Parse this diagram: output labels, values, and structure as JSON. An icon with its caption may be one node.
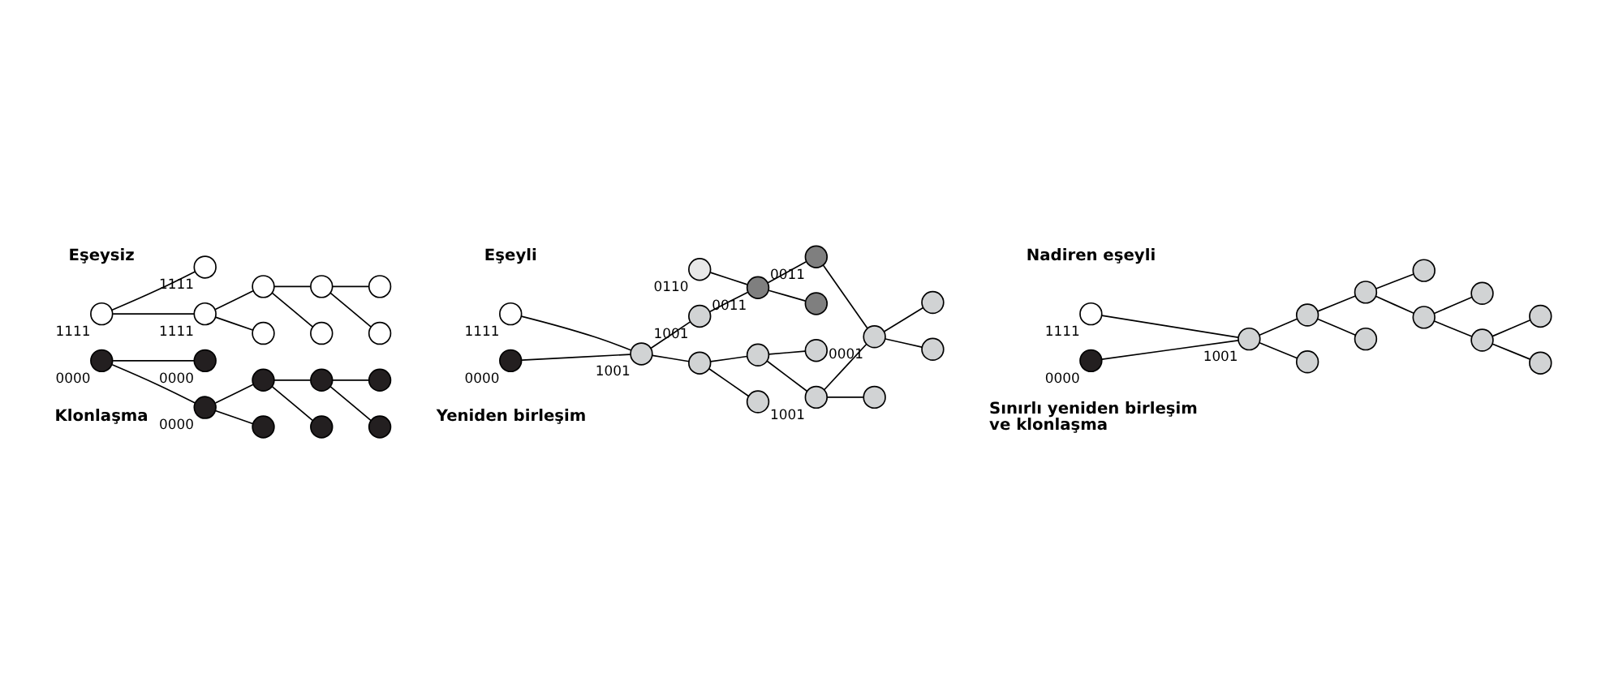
{
  "diagram": {
    "nodes": [
      {
        "text": [],
        "shape": "circle"
      },
      {
        "text": [],
        "shape": "circle",
        "beside": [
          "1111"
        ]
      },
      {
        "text": [],
        "shape": "circle"
      },
      {
        "text": [],
        "shape": "circle"
      },
      {
        "text": [],
        "shape": "circle",
        "beside": [
          "1111"
        ]
      },
      {
        "text": [],
        "shape": "circle"
      },
      {
        "text": [],
        "shape": "circle"
      },
      {
        "text": [],
        "shape": "circle",
        "beside": [
          "1111"
        ]
      },
      {
        "text": [],
        "shape": "circle"
      },
      {
        "text": [],
        "shape": "circle"
      },
      {
        "text": [],
        "shape": "circle",
        "beside": [
          "0000"
        ]
      },
      {
        "text": [],
        "shape": "circle"
      },
      {
        "text": [],
        "shape": "circle"
      },
      {
        "text": [],
        "shape": "circle",
        "beside": [
          "0000"
        ]
      },
      {
        "text": [],
        "shape": "circle"
      },
      {
        "text": [],
        "shape": "circle"
      },
      {
        "text": [],
        "shape": "circle",
        "beside": [
          "0000"
        ]
      },
      {
        "text": [],
        "shape": "circle"
      },
      {
        "text": [],
        "shape": "circle",
        "beside": [
          "0110"
        ]
      },
      {
        "text": [],
        "shape": "circle"
      },
      {
        "text": [],
        "shape": "circle",
        "beside": [
          "0011"
        ]
      },
      {
        "text": [],
        "shape": "circle",
        "beside": [
          "1111"
        ]
      },
      {
        "text": [],
        "shape": "circle",
        "beside": [
          "1001"
        ]
      },
      {
        "text": [],
        "shape": "circle",
        "beside": [
          "0011"
        ]
      },
      {
        "text": [],
        "shape": "circle"
      },
      {
        "text": [],
        "shape": "circle",
        "beside": [
          "1001"
        ]
      },
      {
        "text": [],
        "shape": "circle"
      },
      {
        "text": [],
        "shape": "circle",
        "beside": [
          "0001"
        ]
      },
      {
        "text": [],
        "shape": "circle",
        "beside": [
          "0000"
        ]
      },
      {
        "text": [],
        "shape": "circle"
      },
      {
        "text": [],
        "shape": "circle",
        "beside": [
          "1001"
        ]
      },
      {
        "text": [],
        "shape": "circle"
      },
      {
        "text": [],
        "shape": "circle"
      },
      {
        "text": [],
        "shape": "circle"
      },
      {
        "text": [],
        "shape": "circle"
      },
      {
        "text": [],
        "shape": "circle",
        "beside": [
          "1111"
        ]
      },
      {
        "text": [],
        "shape": "circle"
      },
      {
        "text": [],
        "shape": "circle"
      },
      {
        "text": [],
        "shape": "circle",
        "beside": [
          "1001"
        ]
      },
      {
        "text": [],
        "shape": "circle"
      },
      {
        "text": [],
        "shape": "circle"
      },
      {
        "text": [],
        "shape": "circle",
        "beside": [
          "0000"
        ]
      },
      {
        "text": [],
        "shape": "circle"
      },
      {
        "text": [],
        "shape": "circle"
      },
      {
        "text": [],
        "shape": "circle"
      },
      {
        "text": [],
        "shape": "circle"
      },
      {
        "text": [],
        "shape": "circle"
      },
      {
        "text": [],
        "shape": "circle"
      }
    ],
    "edges": [
      {
        "from": 4,
        "to": 1,
        "arrow": "none"
      },
      {
        "from": 4,
        "to": 7,
        "arrow": "none"
      },
      {
        "from": 1,
        "to": 0,
        "arrow": "none"
      },
      {
        "from": 1,
        "to": 5,
        "arrow": "none"
      },
      {
        "from": 5,
        "to": 2,
        "arrow": "none"
      },
      {
        "from": 5,
        "to": 6,
        "arrow": "none"
      },
      {
        "from": 6,
        "to": 3,
        "arrow": "none"
      },
      {
        "from": 6,
        "to": 8,
        "arrow": "none"
      },
      {
        "from": 13,
        "to": 10,
        "arrow": "none"
      },
      {
        "from": 13,
        "to": 16,
        "arrow": "none"
      },
      {
        "from": 10,
        "to": 9,
        "arrow": "none"
      },
      {
        "from": 10,
        "to": 14,
        "arrow": "none"
      },
      {
        "from": 14,
        "to": 11,
        "arrow": "none"
      },
      {
        "from": 14,
        "to": 15,
        "arrow": "none"
      },
      {
        "from": 15,
        "to": 12,
        "arrow": "none"
      },
      {
        "from": 15,
        "to": 17,
        "arrow": "none"
      },
      {
        "from": 21,
        "to": 25,
        "arrow": "none"
      },
      {
        "from": 28,
        "to": 25,
        "arrow": "none"
      },
      {
        "from": 25,
        "to": 22,
        "arrow": "none"
      },
      {
        "from": 25,
        "to": 29,
        "arrow": "none"
      },
      {
        "from": 22,
        "to": 20,
        "arrow": "none"
      },
      {
        "from": 18,
        "to": 20,
        "arrow": "none"
      },
      {
        "from": 20,
        "to": 19,
        "arrow": "none"
      },
      {
        "from": 20,
        "to": 23,
        "arrow": "none"
      },
      {
        "from": 23,
        "to": 27,
        "arrow": "none"
      },
      {
        "from": 27,
        "to": 24,
        "arrow": "none"
      },
      {
        "from": 27,
        "to": 31,
        "arrow": "none"
      },
      {
        "from": 30,
        "to": 27,
        "arrow": "none"
      },
      {
        "from": 30,
        "to": 32,
        "arrow": "none"
      },
      {
        "from": 33,
        "to": 30,
        "arrow": "none"
      },
      {
        "from": 29,
        "to": 26,
        "arrow": "none"
      },
      {
        "from": 29,
        "to": 33,
        "arrow": "none"
      },
      {
        "from": 33,
        "to": 34,
        "arrow": "none"
      },
      {
        "from": 35,
        "to": 38,
        "arrow": "none"
      },
      {
        "from": 41,
        "to": 38,
        "arrow": "none"
      },
      {
        "from": 38,
        "to": 36,
        "arrow": "none"
      },
      {
        "from": 38,
        "to": 42,
        "arrow": "none"
      },
      {
        "from": 42,
        "to": 39,
        "arrow": "none"
      },
      {
        "from": 42,
        "to": 45,
        "arrow": "none"
      },
      {
        "from": 45,
        "to": 47,
        "arrow": "none"
      },
      {
        "from": 45,
        "to": 43,
        "arrow": "none"
      },
      {
        "from": 43,
        "to": 40,
        "arrow": "none"
      },
      {
        "from": 43,
        "to": 46,
        "arrow": "none"
      },
      {
        "from": 40,
        "to": 37,
        "arrow": "none"
      },
      {
        "from": 40,
        "to": 44,
        "arrow": "none"
      }
    ],
    "labels": [
      "Eşeysiz",
      "Eşeyli",
      "Nadiren eşeyli",
      "Klonlaşma",
      "Yeniden birleşim",
      "Sınırlı yeniden birleşim ve klonlaşma"
    ]
  }
}
